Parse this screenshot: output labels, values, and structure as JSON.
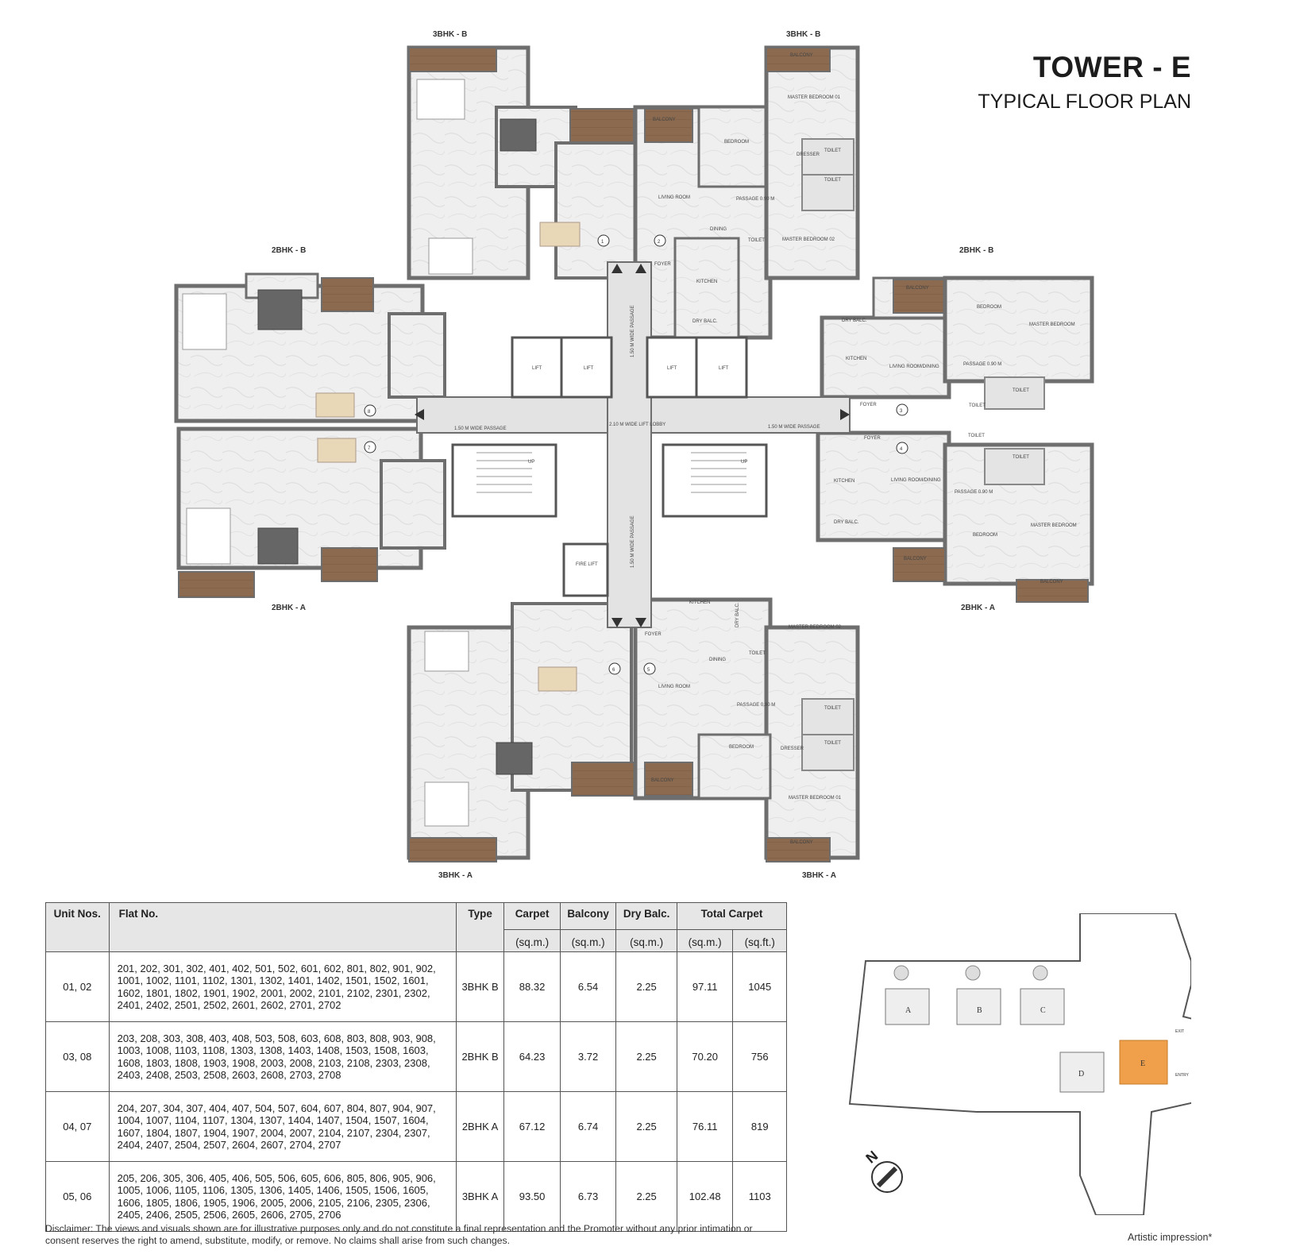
{
  "title": {
    "line1": "TOWER - E",
    "line2": "TYPICAL FLOOR PLAN"
  },
  "unit_labels": {
    "top_left": "3BHK - B",
    "top_right": "3BHK - B",
    "left_upper": "2BHK - B",
    "right_upper": "2BHK - B",
    "left_lower": "2BHK - A",
    "right_lower": "2BHK - A",
    "bottom_left": "3BHK - A",
    "bottom_right": "3BHK - A"
  },
  "flat_numbers": [
    "1",
    "2",
    "3",
    "4",
    "5",
    "6",
    "7",
    "8"
  ],
  "rooms": {
    "balcony_tr": "BALCONY",
    "master_bed_01_top": "MASTER BEDROOM 01",
    "bedroom_top": "BEDROOM",
    "dresser_top": "DRESSER",
    "toilet_top_a": "TOILET",
    "toilet_top_b": "TOILET",
    "living_top": "LIVING ROOM",
    "passage_top": "PASSAGE 0.90 M",
    "dining_top": "DINING",
    "toilet_top_c": "TOILET",
    "master_bed_02_top": "MASTER BEDROOM 02",
    "foyer_top": "FOYER",
    "kitchen_top": "KITCHEN",
    "dry_balc_top": "DRY BALC.",
    "balcony_top": "BALCONY",
    "lift1": "LIFT",
    "lift2": "LIFT",
    "lift3": "LIFT",
    "lift4": "LIFT",
    "lobby": "2.10 M WIDE LIFT LOBBY",
    "passage_left": "1.50 M WIDE PASSAGE",
    "passage_right": "1.50 M WIDE PASSAGE",
    "passage_vert_top": "1.50 M WIDE PASSAGE",
    "passage_vert_bottom": "1.50 M WIDE PASSAGE",
    "fire_lift": "FIRE LIFT",
    "up1": "UP",
    "up2": "UP",
    "kitchen_r3": "KITCHEN",
    "dry_balc_r3": "DRY BALC.",
    "living_r3": "LIVING ROOM/DINING",
    "foyer_r3": "FOYER",
    "bedroom_r3": "BEDROOM",
    "master_bed_r3": "MASTER BEDROOM",
    "passage_r3": "PASSAGE 0.90 M",
    "toilet_r3a": "TOILET",
    "toilet_r3b": "TOILET",
    "balcony_r3": "BALCONY",
    "foyer_r4": "FOYER",
    "living_r4": "LIVING ROOM/DINING",
    "kitchen_r4": "KITCHEN",
    "dry_balc_r4": "DRY BALC.",
    "passage_r4": "PASSAGE 0.90 M",
    "toilet_r4a": "TOILET",
    "toilet_r4b": "TOILET",
    "bedroom_r4": "BEDROOM",
    "master_bed_r4": "MASTER BEDROOM",
    "balcony_r4a": "BALCONY",
    "balcony_r4b": "BALCONY",
    "kitchen_b5": "KITCHEN",
    "dry_balc_b5": "DRY BALC.",
    "foyer_b5": "FOYER",
    "dining_b5": "DINING",
    "toilet_b5": "TOILET",
    "master_bed_02_b5": "MASTER BEDROOM 02",
    "living_b5": "LIVING ROOM",
    "passage_b5": "PASSAGE 0.90 M",
    "toilet_b5a": "TOILET",
    "toilet_b5b": "TOILET",
    "bedroom_b5": "BEDROOM",
    "dresser_b5": "DRESSER",
    "master_bed_01_b5": "MASTER BEDROOM 01",
    "balcony_b5": "BALCONY",
    "balcony_b5b": "BALCONY"
  },
  "table": {
    "headers": {
      "unit_nos": "Unit Nos.",
      "flat_no": "Flat No.",
      "type": "Type",
      "carpet": "Carpet",
      "balcony": "Balcony",
      "dry_balc": "Dry Balc.",
      "total_carpet": "Total Carpet",
      "unit_sqm": "(sq.m.)",
      "unit_sqm_b": "(sq.m.)",
      "unit_sqm_c": "(sq.m.)",
      "unit_sqm_d": "(sq.m.)",
      "unit_sqft": "(sq.ft.)"
    },
    "rows": [
      {
        "units": "01, 02",
        "flats": "201, 202, 301, 302, 401, 402, 501, 502, 601, 602, 801, 802, 901, 902, 1001, 1002, 1101, 1102, 1301, 1302, 1401, 1402, 1501, 1502, 1601, 1602, 1801, 1802, 1901, 1902, 2001, 2002, 2101, 2102, 2301, 2302, 2401, 2402, 2501, 2502, 2601, 2602, 2701, 2702",
        "type": "3BHK B",
        "carpet": "88.32",
        "balcony": "6.54",
        "dry_balc": "2.25",
        "total_sqm": "97.11",
        "total_sqft": "1045"
      },
      {
        "units": "03, 08",
        "flats": "203, 208, 303, 308, 403, 408, 503, 508, 603, 608, 803, 808, 903, 908, 1003, 1008, 1103, 1108, 1303, 1308, 1403, 1408, 1503, 1508, 1603, 1608, 1803, 1808, 1903, 1908, 2003, 2008, 2103, 2108, 2303, 2308, 2403, 2408, 2503, 2508, 2603, 2608, 2703, 2708",
        "type": "2BHK B",
        "carpet": "64.23",
        "balcony": "3.72",
        "dry_balc": "2.25",
        "total_sqm": "70.20",
        "total_sqft": "756"
      },
      {
        "units": "04, 07",
        "flats": "204, 207, 304, 307, 404, 407, 504, 507, 604, 607, 804, 807, 904, 907, 1004, 1007, 1104, 1107, 1304, 1307, 1404, 1407, 1504, 1507, 1604, 1607, 1804, 1807, 1904, 1907, 2004, 2007, 2104, 2107, 2304, 2307, 2404, 2407, 2504, 2507, 2604, 2607, 2704, 2707",
        "type": "2BHK A",
        "carpet": "67.12",
        "balcony": "6.74",
        "dry_balc": "2.25",
        "total_sqm": "76.11",
        "total_sqft": "819"
      },
      {
        "units": "05, 06",
        "flats": "205, 206, 305, 306, 405, 406, 505, 506, 605, 606, 805, 806, 905, 906, 1005, 1006, 1105, 1106, 1305, 1306, 1405, 1406, 1505, 1506, 1605, 1606, 1805, 1806, 1905, 1906, 2005, 2006, 2105, 2106, 2305, 2306, 2405, 2406, 2505, 2506, 2605, 2606, 2705, 2706",
        "type": "3BHK A",
        "carpet": "93.50",
        "balcony": "6.73",
        "dry_balc": "2.25",
        "total_sqm": "102.48",
        "total_sqft": "1103"
      }
    ]
  },
  "keyplan": {
    "towers": [
      "A",
      "B",
      "C",
      "D",
      "E"
    ],
    "exit": "EXIT",
    "entry": "ENTRY",
    "north": "N",
    "highlight_color": "#f0a04b"
  },
  "disclaimer": "Disclaimer: The views and visuals shown are for illustrative purposes only and do not constitute a final representation and the Promoter without any prior intimation or consent reserves the right to amend, substitute, modify, or remove. No claims shall arise from such changes.",
  "artistic": "Artistic impression*",
  "colors": {
    "wall": "#6e6e6e",
    "floor": "#efefef",
    "wood": "#8b6a4f",
    "lobby": "#e3e3e3"
  }
}
